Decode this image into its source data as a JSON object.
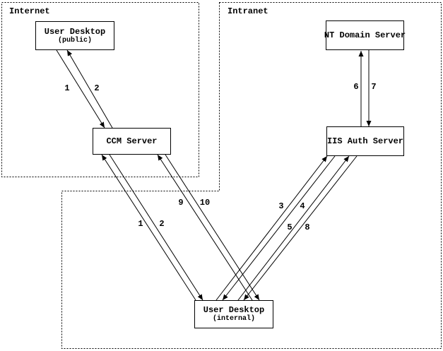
{
  "colors": {
    "background": "#ffffff",
    "line": "#000000"
  },
  "zones": [
    {
      "id": "internet",
      "label": "Internet"
    },
    {
      "id": "intranet",
      "label": "Intranet"
    }
  ],
  "nodes": [
    {
      "id": "user-desktop-public",
      "title": "User Desktop",
      "subtitle": "(public)",
      "zone": "Internet"
    },
    {
      "id": "ccm-server",
      "title": "CCM Server",
      "zone": "Internet"
    },
    {
      "id": "nt-domain-server",
      "title": "NT Domain Server",
      "zone": "Intranet"
    },
    {
      "id": "iis-auth-server",
      "title": "IIS Auth Server",
      "zone": "Intranet"
    },
    {
      "id": "user-desktop-internal",
      "title": "User Desktop",
      "subtitle": "(internal)",
      "zone": "Intranet"
    }
  ],
  "edges": [
    {
      "label": "1",
      "from": "User Desktop (public)",
      "to": "CCM Server"
    },
    {
      "label": "2",
      "from": "CCM Server",
      "to": "User Desktop (public)"
    },
    {
      "label": "1",
      "from": "User Desktop (internal)",
      "to": "CCM Server"
    },
    {
      "label": "2",
      "from": "CCM Server",
      "to": "User Desktop (internal)"
    },
    {
      "label": "3",
      "from": "User Desktop (internal)",
      "to": "IIS Auth Server"
    },
    {
      "label": "4",
      "from": "IIS Auth Server",
      "to": "User Desktop (internal)"
    },
    {
      "label": "5",
      "from": "User Desktop (internal)",
      "to": "IIS Auth Server"
    },
    {
      "label": "6",
      "from": "IIS Auth Server",
      "to": "NT Domain Server"
    },
    {
      "label": "7",
      "from": "NT Domain Server",
      "to": "IIS Auth Server"
    },
    {
      "label": "8",
      "from": "IIS Auth Server",
      "to": "User Desktop (internal)"
    },
    {
      "label": "9",
      "from": "User Desktop (internal)",
      "to": "CCM Server"
    },
    {
      "label": "10",
      "from": "CCM Server",
      "to": "User Desktop (internal)"
    }
  ]
}
